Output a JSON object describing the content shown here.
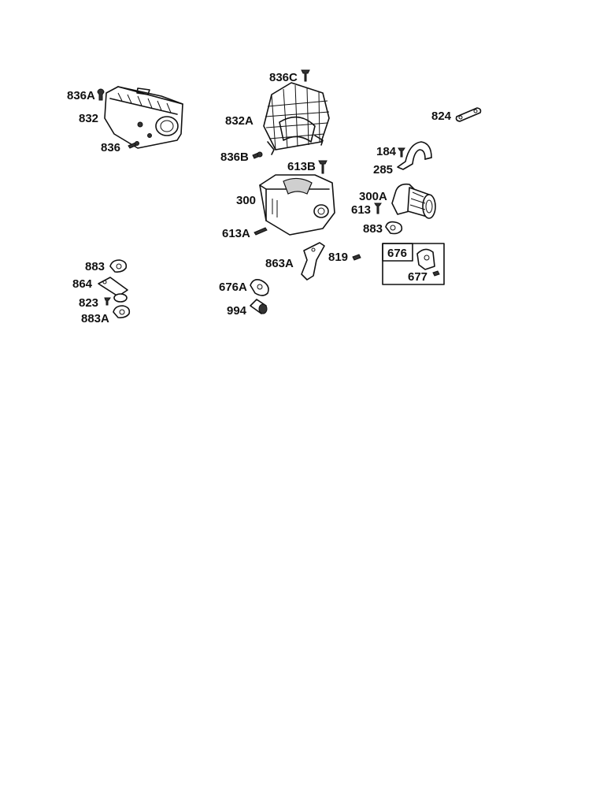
{
  "parts": [
    {
      "id": "p836A",
      "number": "836A"
    },
    {
      "id": "p832",
      "number": "832"
    },
    {
      "id": "p836",
      "number": "836"
    },
    {
      "id": "p836C",
      "number": "836C"
    },
    {
      "id": "p832A",
      "number": "832A"
    },
    {
      "id": "p836B",
      "number": "836B"
    },
    {
      "id": "p613B",
      "number": "613B"
    },
    {
      "id": "p300",
      "number": "300"
    },
    {
      "id": "p613A",
      "number": "613A"
    },
    {
      "id": "p824",
      "number": "824"
    },
    {
      "id": "p184",
      "number": "184"
    },
    {
      "id": "p285",
      "number": "285"
    },
    {
      "id": "p300A",
      "number": "300A"
    },
    {
      "id": "p613",
      "number": "613"
    },
    {
      "id": "p883",
      "number": "883"
    },
    {
      "id": "p883b",
      "number": "883"
    },
    {
      "id": "p864",
      "number": "864"
    },
    {
      "id": "p823",
      "number": "823"
    },
    {
      "id": "p883A",
      "number": "883A"
    },
    {
      "id": "p863A",
      "number": "863A"
    },
    {
      "id": "p819",
      "number": "819"
    },
    {
      "id": "p676",
      "number": "676"
    },
    {
      "id": "p677",
      "number": "677"
    },
    {
      "id": "p676A",
      "number": "676A"
    },
    {
      "id": "p994",
      "number": "994"
    }
  ],
  "icons": {
    "screw": "screw-icon",
    "gasket": "gasket-icon",
    "muffler": "muffler-icon",
    "guard": "muffler-guard-icon",
    "bracket": "bracket-icon",
    "clamp": "clamp-icon",
    "elbow": "elbow-pipe-icon",
    "deflector": "deflector-icon"
  }
}
